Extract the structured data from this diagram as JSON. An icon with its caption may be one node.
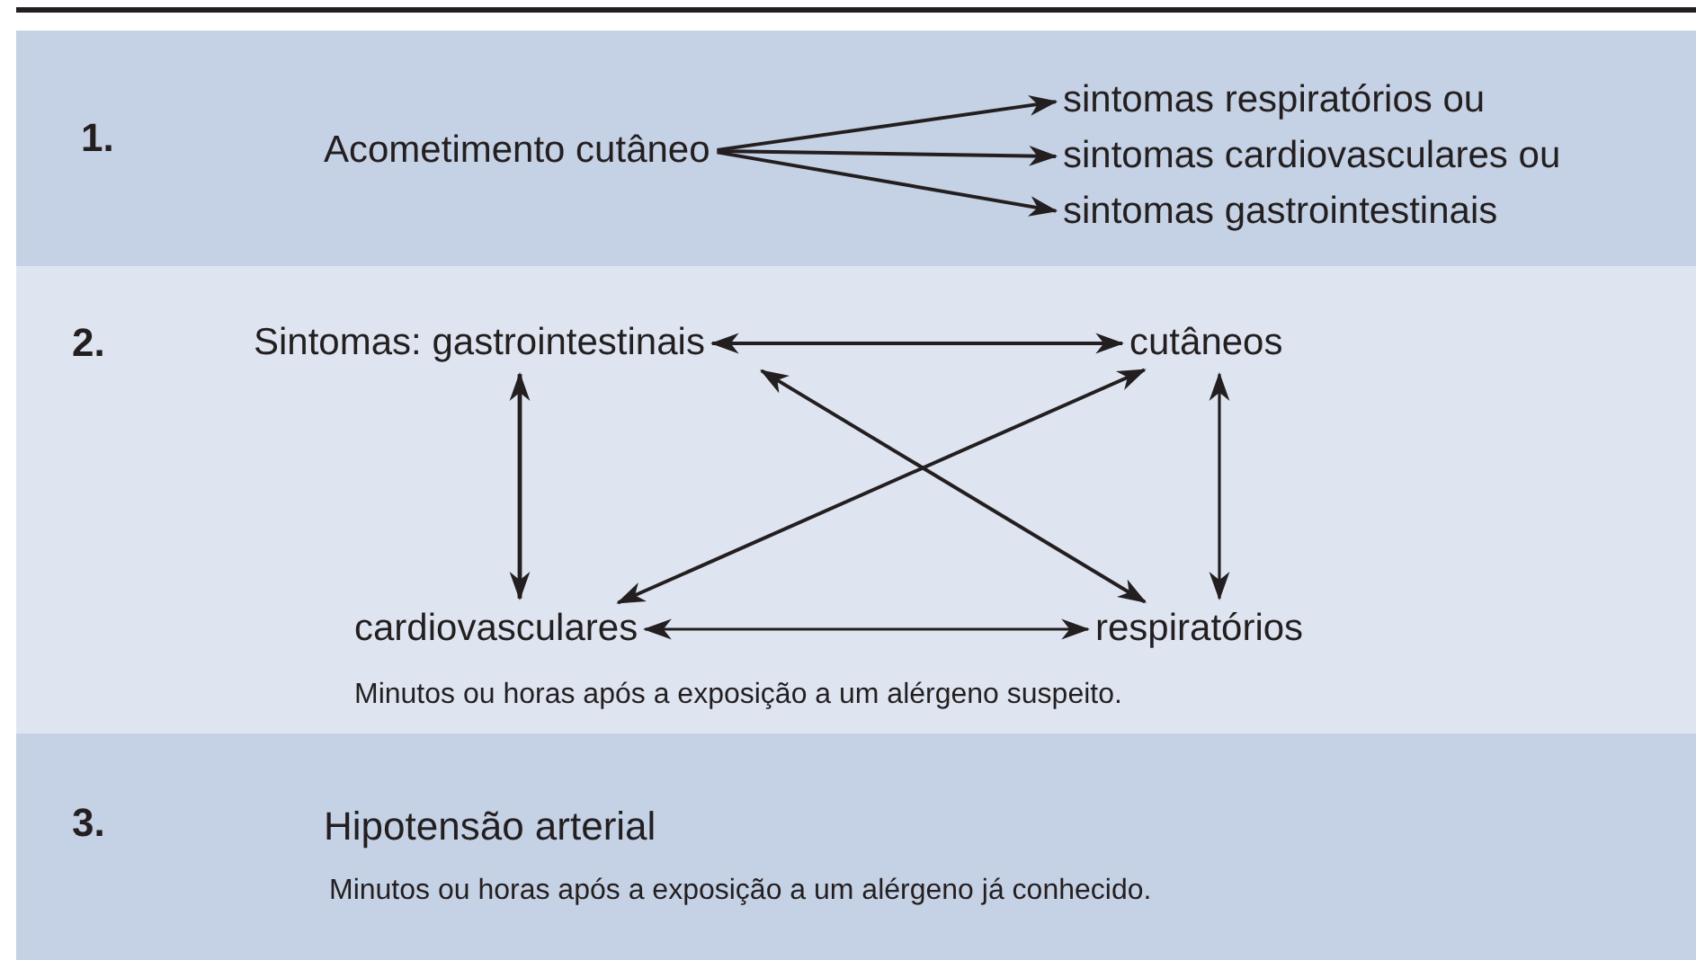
{
  "diagram": {
    "nodes": [
      {
        "text": [
          "1."
        ]
      },
      {
        "text": [
          "Acometimento cutâneo"
        ],
        "in": 0
      },
      {
        "text": [
          "sintomas respiratórios ou"
        ],
        "in": 0
      },
      {
        "text": [
          "sintomas cardiovasculares ou"
        ],
        "in": 0
      },
      {
        "text": [
          "sintomas gastrointestinais"
        ],
        "in": 0
      },
      {
        "text": [
          "2.",
          "Minutos ou horas após a exposição a um alérgeno suspeito."
        ]
      },
      {
        "text": [
          "Sintomas: gastrointestinais"
        ],
        "in": 5
      },
      {
        "text": [
          "cutâneos"
        ],
        "in": 5
      },
      {
        "text": [
          "cardiovasculares"
        ],
        "in": 5
      },
      {
        "text": [
          "respiratórios"
        ],
        "in": 5
      },
      {
        "text": [
          "3.",
          "Hipotensão arterial",
          "Minutos ou horas após a exposição a um alérgeno já conhecido."
        ]
      }
    ],
    "edges": [
      {
        "from": 1,
        "to": 2,
        "arrow": "to"
      },
      {
        "from": 1,
        "to": 3,
        "arrow": "to"
      },
      {
        "from": 1,
        "to": 4,
        "arrow": "to"
      },
      {
        "from": 6,
        "to": 7,
        "arrow": "both"
      },
      {
        "from": 6,
        "to": 8,
        "arrow": "both"
      },
      {
        "from": 7,
        "to": 9,
        "arrow": "both"
      },
      {
        "from": 6,
        "to": 9,
        "arrow": "both"
      },
      {
        "from": 7,
        "to": 8,
        "arrow": "both"
      },
      {
        "from": 8,
        "to": 9,
        "arrow": "both"
      }
    ]
  }
}
